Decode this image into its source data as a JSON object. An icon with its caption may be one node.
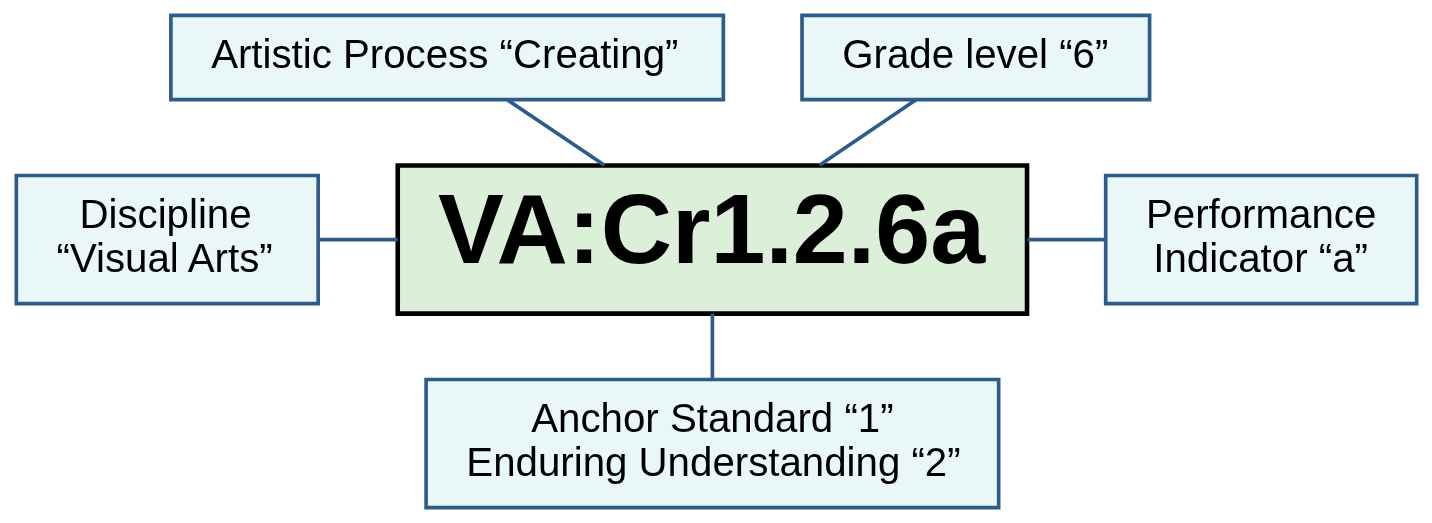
{
  "diagram": {
    "nodes": [
      {
        "text": [
          "Artistic Process “Creating”"
        ]
      },
      {
        "text": [
          "Grade level “6”"
        ]
      },
      {
        "text": [
          "Discipline “Visual Arts”"
        ]
      },
      {
        "text": [
          "VA:Cr1.2.6a"
        ]
      },
      {
        "text": [
          "Performance Indicator “a”"
        ]
      },
      {
        "text": [
          "Anchor Standard “1” Enduring Understanding “2”"
        ]
      }
    ],
    "edges": [
      {
        "from": 0,
        "to": 3,
        "arrow": "none"
      },
      {
        "from": 1,
        "to": 3,
        "arrow": "none"
      },
      {
        "from": 2,
        "to": 3,
        "arrow": "none"
      },
      {
        "from": 3,
        "to": 4,
        "arrow": "none"
      },
      {
        "from": 3,
        "to": 5,
        "arrow": "none"
      }
    ]
  }
}
